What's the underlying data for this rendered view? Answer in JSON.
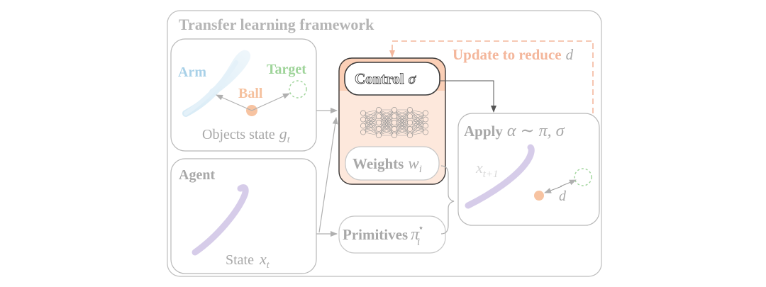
{
  "framework_title": "Transfer learning framework",
  "objects": {
    "arm_label": "Arm",
    "ball_label": "Ball",
    "target_label": "Target",
    "caption_text": "Objects state",
    "caption_var": "g",
    "caption_sub": "t"
  },
  "agent": {
    "title": "Agent",
    "caption_text": "State",
    "caption_var": "x",
    "caption_sub": "t"
  },
  "network": {
    "control_text": "Control",
    "control_var": "σ",
    "weights_text": "Weights",
    "weights_var": "w",
    "weights_sub": "i"
  },
  "primitives": {
    "text": "Primitives",
    "var": "π",
    "sup": "⋆",
    "sub": "i"
  },
  "apply": {
    "text": "Apply",
    "formula": "α ∼ π, σ",
    "next_state_var": "x",
    "next_state_sub": "t+1",
    "distance_var": "d"
  },
  "update": {
    "text": "Update to reduce",
    "var": "d"
  },
  "colors": {
    "frame_gray": "#b4b4b4",
    "text_gray": "#a8a8a8",
    "arm_blue": "#a9d1e8",
    "arm_stroke": "#d6eaf6",
    "target_green": "#9fd49a",
    "ball_orange": "#f7c3a1",
    "agent_purple": "#d2c7e6",
    "network_fill": "#fde6d8",
    "network_border": "#f3b79b",
    "update_orange": "#f4b79c"
  }
}
